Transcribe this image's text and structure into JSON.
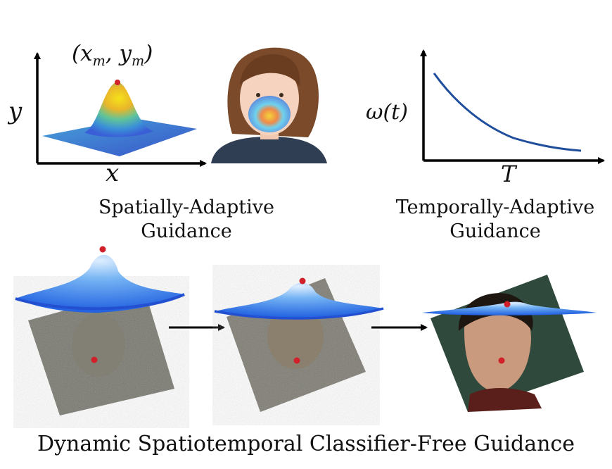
{
  "spatial": {
    "peak_label": "(x",
    "peak_sub": "m",
    "peak_mid": ", y",
    "peak_sub2": "m",
    "peak_end": ")",
    "y_axis": "y",
    "x_axis": "x",
    "caption_line1": "Spatially-Adaptive",
    "caption_line2": "Guidance"
  },
  "temporal": {
    "y_axis": "ω(t)",
    "x_axis": "T",
    "caption_line1": "Temporally-Adaptive",
    "caption_line2": "Guidance"
  },
  "main_caption": "Dynamic Spatiotemporal Classifier-Free Guidance",
  "colors": {
    "curve": "#1f4e9c",
    "peak_dot": "#d0202a",
    "axis": "#000000"
  }
}
